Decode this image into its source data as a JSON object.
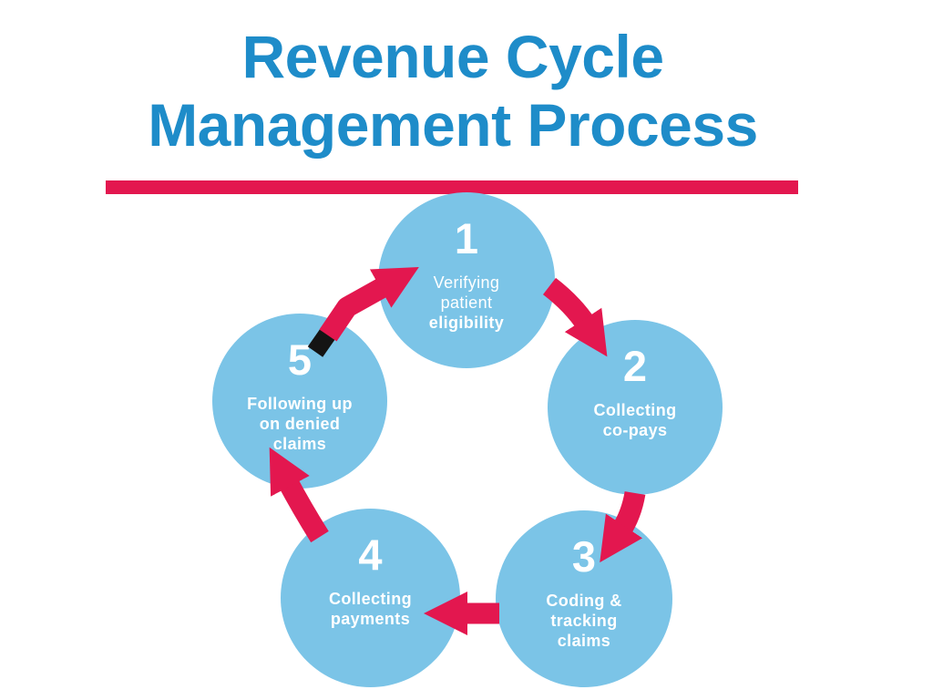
{
  "title": {
    "line1": "Revenue Cycle",
    "line2": "Management Process"
  },
  "colors": {
    "title_blue": "#1E8CC9",
    "circle_blue": "#7BC4E7",
    "arrow_red": "#E3174F",
    "ink_black": "#141414",
    "bg_white": "#FFFFFF",
    "text_white": "#FFFFFF"
  },
  "steps": [
    {
      "number": "1",
      "lines": [
        "Verifying",
        "patient",
        "eligibility"
      ]
    },
    {
      "number": "2",
      "lines": [
        "Collecting",
        "co-pays"
      ]
    },
    {
      "number": "3",
      "lines": [
        "Coding &",
        "tracking",
        "claims"
      ]
    },
    {
      "number": "4",
      "lines": [
        "Collecting",
        "payments"
      ]
    },
    {
      "number": "5",
      "lines": [
        "Following up",
        "on denied",
        "claims"
      ]
    }
  ],
  "arrows": [
    {
      "from": "1",
      "to": "2"
    },
    {
      "from": "2",
      "to": "3"
    },
    {
      "from": "3",
      "to": "4"
    },
    {
      "from": "4",
      "to": "5"
    },
    {
      "from": "5",
      "to": "1"
    }
  ]
}
